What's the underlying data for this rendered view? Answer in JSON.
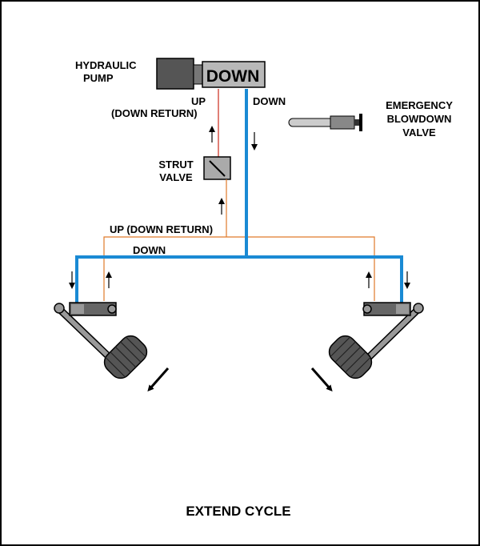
{
  "labels": {
    "hydraulic_pump_line1": "HYDRAULIC",
    "hydraulic_pump_line2": "PUMP",
    "pump_mode": "DOWN",
    "up_return_line1": "UP",
    "up_return_line2": "(DOWN RETURN)",
    "down_main": "DOWN",
    "emergency_line1": "EMERGENCY",
    "emergency_line2": "BLOWDOWN",
    "emergency_line3": "VALVE",
    "strut_line1": "STRUT",
    "strut_line2": "VALVE",
    "up_return_branch": "UP (DOWN RETURN)",
    "down_branch": "DOWN",
    "title": "EXTEND CYCLE"
  },
  "colors": {
    "down_line": "#1a8ad4",
    "return_line_upper": "#cc2a1a",
    "return_line_lower": "#e07a2a",
    "pump_dark": "#555555",
    "pump_light": "#b8b8b8"
  }
}
